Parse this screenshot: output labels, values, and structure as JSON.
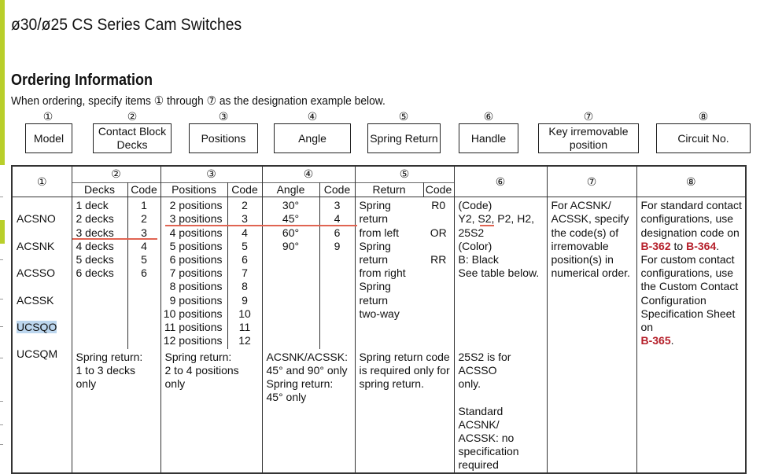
{
  "header": {
    "title": "ø30/ø25 CS Series Cam Switches",
    "section": "Ordering Information",
    "intro": "When ordering, specify items ① through ⑦ as the designation example below."
  },
  "designation": [
    {
      "num": "①",
      "label": "Model"
    },
    {
      "num": "②",
      "label": "Contact Block\nDecks"
    },
    {
      "num": "③",
      "label": "Positions"
    },
    {
      "num": "④",
      "label": "Angle"
    },
    {
      "num": "⑤",
      "label": "Spring Return"
    },
    {
      "num": "⑥",
      "label": "Handle"
    },
    {
      "num": "⑦",
      "label": "Key irremovable\nposition"
    },
    {
      "num": "⑧",
      "label": "Circuit No."
    }
  ],
  "table": {
    "group_nums": [
      "①",
      "②",
      "③",
      "④",
      "⑤",
      "⑥",
      "⑦",
      "⑧"
    ],
    "sub_headers": {
      "decks": "Decks",
      "decks_code": "Code",
      "positions": "Positions",
      "positions_code": "Code",
      "angle": "Angle",
      "angle_code": "Code",
      "return": "Return",
      "return_code": "Code"
    },
    "models": [
      "ACSNO",
      "ACSNK",
      "ACSSO",
      "ACSSK",
      "UCSQO",
      "UCSQM"
    ],
    "decks": "1 deck\n2 decks\n3 decks\n4 decks\n5 decks\n6 decks",
    "decks_code": "1\n2\n3\n4\n5\n6",
    "decks_note": "Spring return:\n1 to 3 decks only",
    "positions": "2 positions\n3 positions\n4 positions\n5 positions\n6 positions\n7 positions\n8 positions\n9 positions\n10 positions\n11 positions\n12 positions",
    "positions_code": "2\n3\n4\n5\n6\n7\n8\n9\n10\n11\n12",
    "positions_note": "Spring return:\n2 to 4 positions only",
    "angle": "30°\n45°\n60°\n90°",
    "angle_code": "3\n4\n6\n9",
    "angle_note": "ACSNK/ACSSK:\n45° and 90° only\nSpring return:\n45° only",
    "return": "Spring return\nfrom left\nSpring return\nfrom right\nSpring return\ntwo-way",
    "return_code": "R0\n\nOR\n\nRR",
    "return_note": "Spring return code\nis required only for\nspring return.",
    "handle": "(Code)\nY2, S2, P2, H2,\n25S2\n(Color)\nB: Black\nSee table below.",
    "handle_note": "25S2 is for ACSSO\nonly.\n\nStandard ACSNK/\nACSSK: no\nspecification\nrequired",
    "key": "For ACSNK/\nACSSK, specify\nthe code(s) of\nirremovable\nposition(s) in\nnumerical order.",
    "circuit_1": "For standard contact\nconfigurations, use\ndesignation code on",
    "circuit_ref1": "B-362",
    "circuit_to": " to ",
    "circuit_ref2": "B-364",
    "circuit_dot": ".",
    "circuit_2": "For custom contact\nconfigurations, use\nthe Custom Contact\nConfiguration\nSpecification Sheet on",
    "circuit_ref3": "B-365",
    "circuit_dot2": "."
  },
  "colors": {
    "accent_bar": "#b9cf2a",
    "link_red": "#b51f2a",
    "highlight": "#bcd6ee",
    "annotation_underline": "#e06452"
  }
}
